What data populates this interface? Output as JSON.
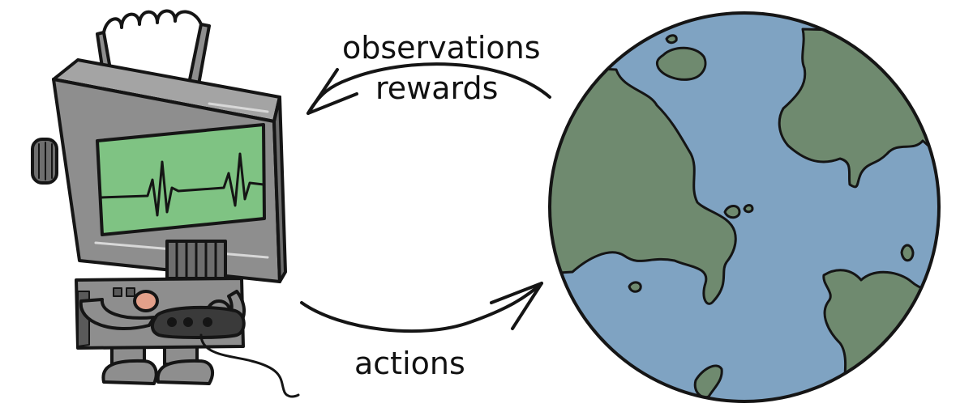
{
  "labels": {
    "observations": "observations",
    "rewards": "rewards",
    "actions": "actions"
  },
  "colors": {
    "screen": "#7fc383",
    "robot_body": "#8e8e8e",
    "robot_dark": "#5a5a5a",
    "ocean": "#7fa3c2",
    "land": "#6f8a6f",
    "outline": "#151515",
    "hand": "#e3a08a"
  },
  "icons": {
    "agent": "robot-agent-icon",
    "environment": "earth-globe-icon",
    "controller": "gamepad-icon"
  }
}
